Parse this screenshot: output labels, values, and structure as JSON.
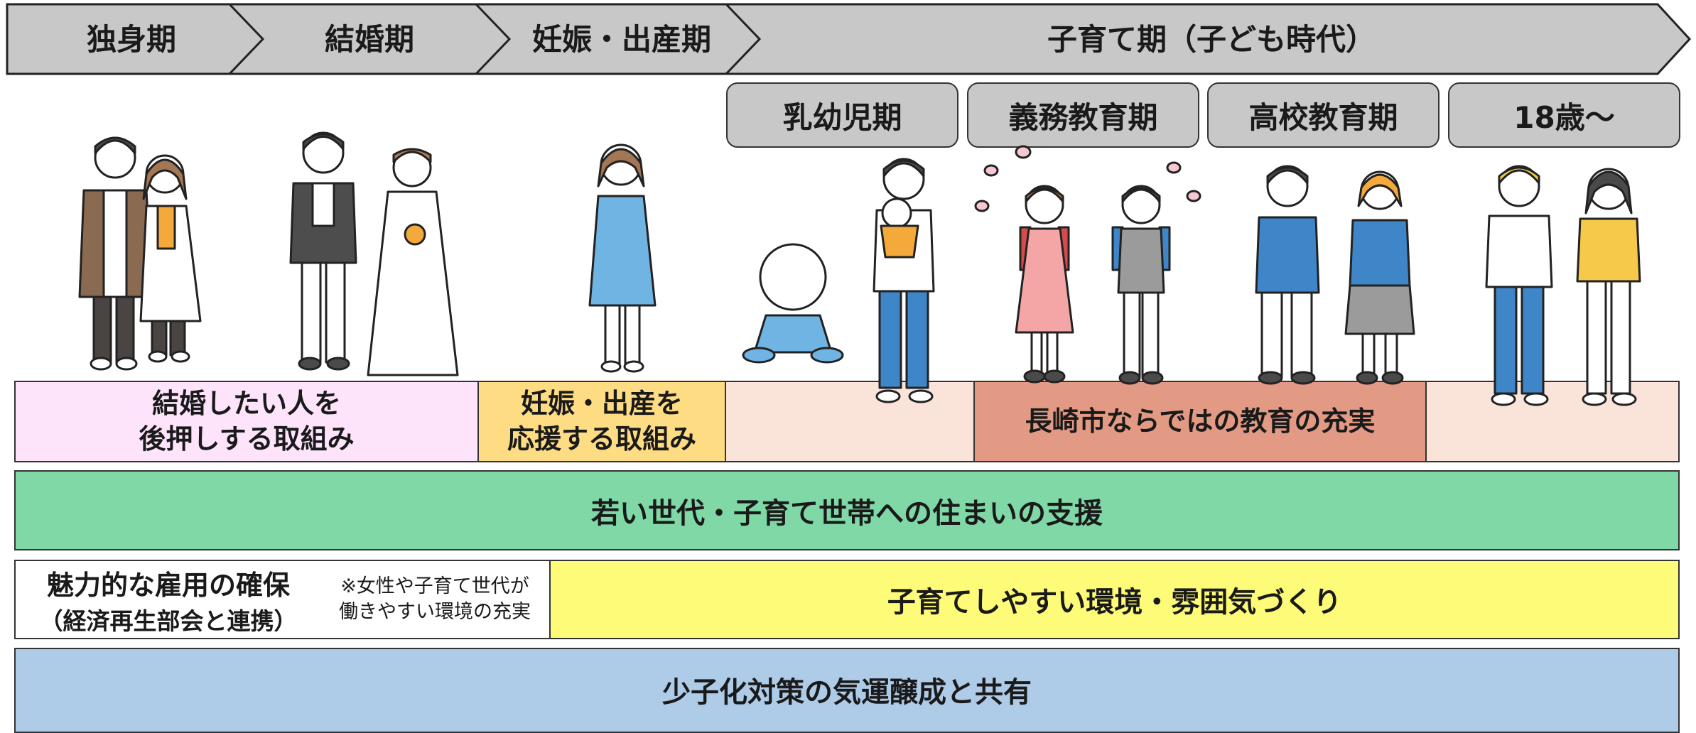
{
  "stages": [
    "独身期",
    "結婚期",
    "妊娠・出産期",
    "子育て期（子ども時代）"
  ],
  "substages": [
    "乳幼児期",
    "義務教育期",
    "高校教育期",
    "18歳～"
  ],
  "support_row": {
    "marriage": [
      "結婚したい人を",
      "後押しする取組み"
    ],
    "pregnancy": [
      "妊娠・出産を",
      "応援する取組み"
    ],
    "education": "長崎市ならではの教育の充実"
  },
  "housing": "若い世代・子育て世帯への住まいの支援",
  "employment": {
    "title": "魅力的な雇用の確保",
    "sub": "（経済再生部会と連携）",
    "note1": "※女性や子育て世代が",
    "note2": "働きやすい環境の充実"
  },
  "environment": "子育てしやすい環境・雰囲気づくり",
  "awareness": "少子化対策の気運醸成と共有",
  "colors": {
    "arrow": "#c8c8c8",
    "marriage": "#fde4fb",
    "pregnancy": "#fddc84",
    "childcare": "#fae3d9",
    "education": "#e39a85",
    "housing": "#7fd8a6",
    "environment": "#fdfb77",
    "awareness": "#aecbe8"
  }
}
